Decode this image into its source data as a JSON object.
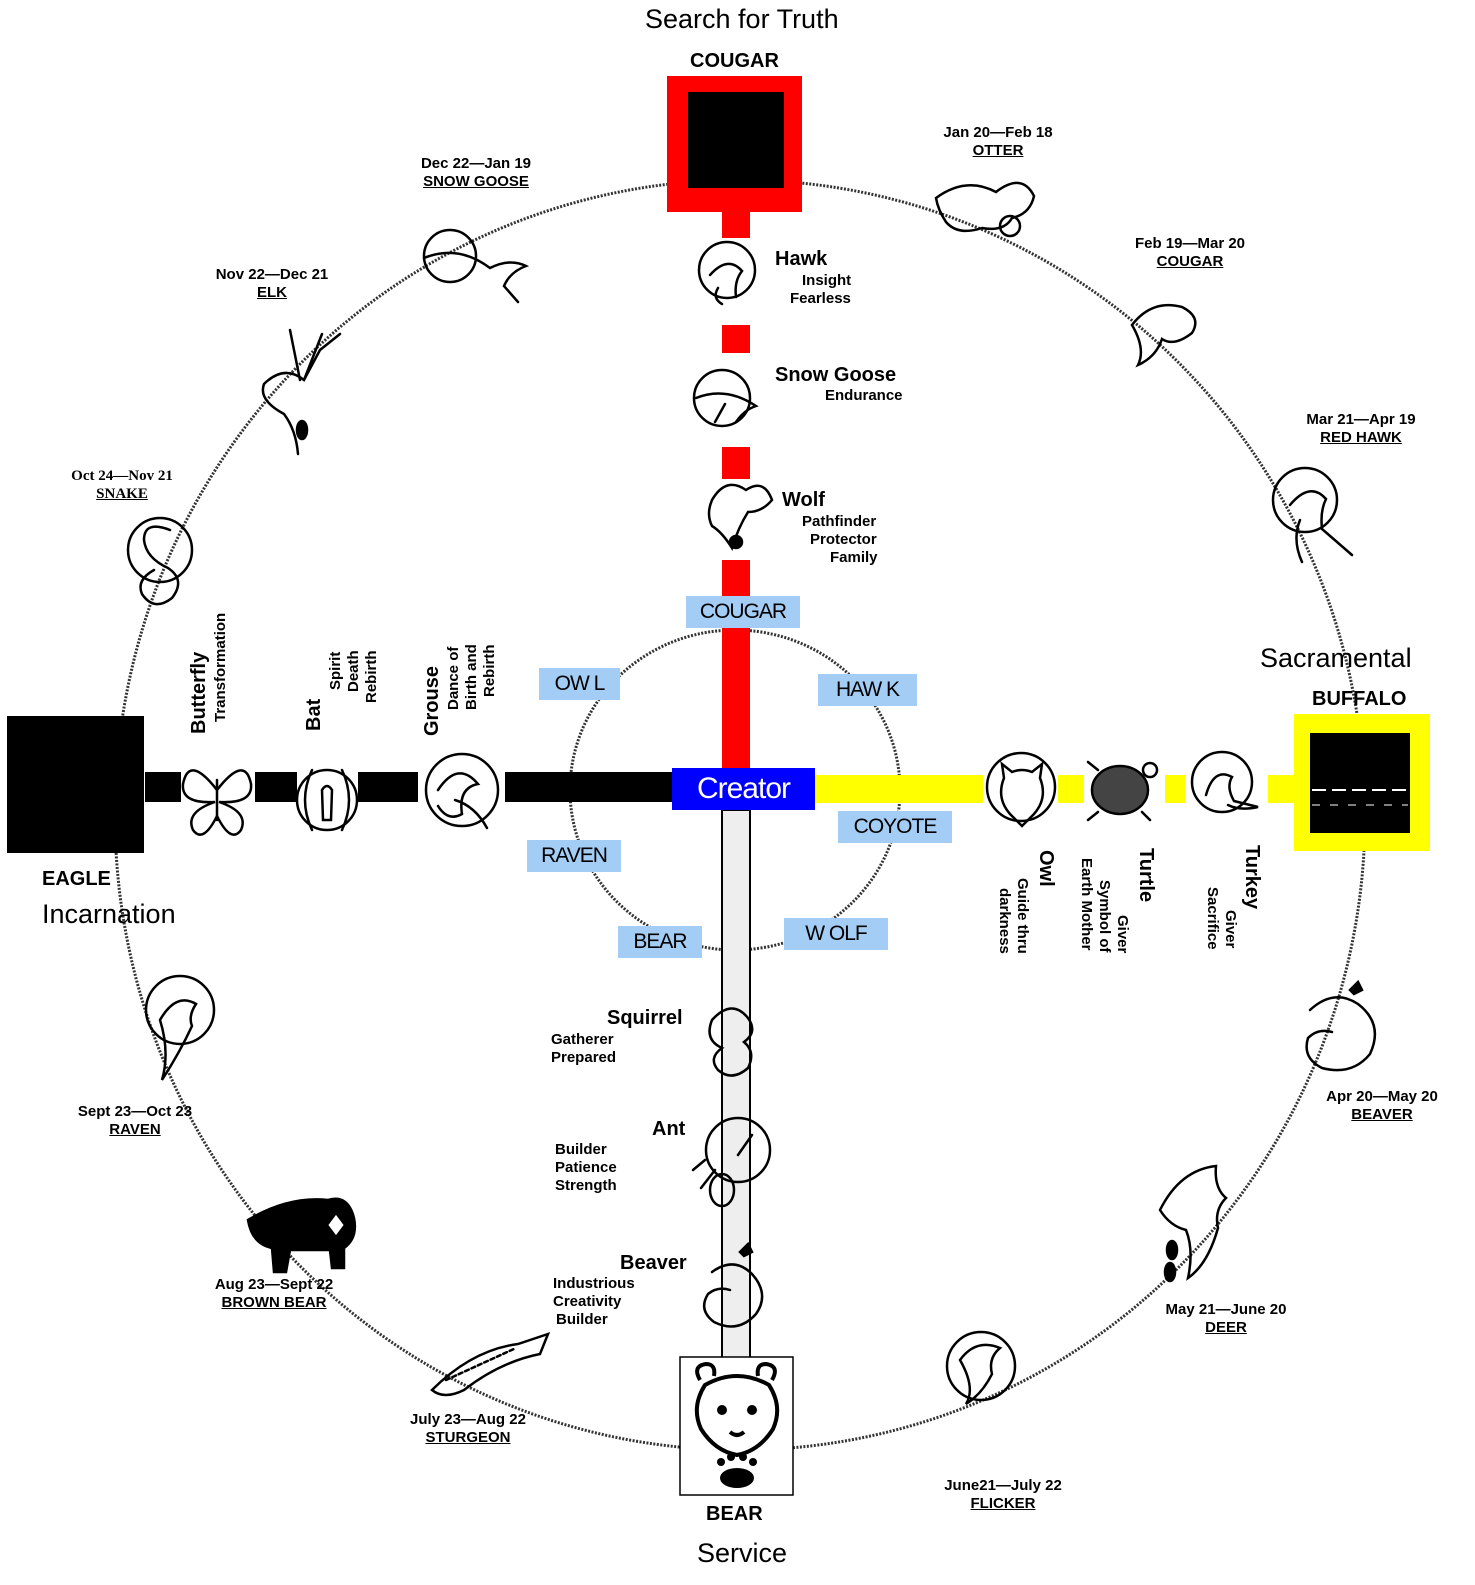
{
  "colors": {
    "north": "#ff0000",
    "east": "#ffff00",
    "west": "#000000",
    "south": "#e8e8e8",
    "creator": "#0000ff",
    "inner_label": "#a3cdf5"
  },
  "directions": {
    "north": {
      "title": "Search for Truth",
      "animal": "COUGAR"
    },
    "east": {
      "title": "Sacramental",
      "animal": "BUFFALO"
    },
    "west": {
      "title": "Incarnation",
      "animal": "EAGLE"
    },
    "south": {
      "title": "Service",
      "animal": "BEAR"
    }
  },
  "center": {
    "label": "Creator"
  },
  "inner_ring": {
    "cougar": "COUGAR",
    "owl": "OW L",
    "hawk": "HAW K",
    "coyote": "COYOTE",
    "raven": "RAVEN",
    "bear": "BEAR",
    "wolf": "W OLF"
  },
  "north_path": [
    {
      "name": "Hawk",
      "traits": [
        "Insight",
        "Fearless"
      ],
      "icon": "hawk-icon"
    },
    {
      "name": "Snow Goose",
      "traits": [
        "Endurance"
      ],
      "icon": "snow-goose-icon"
    },
    {
      "name": "Wolf",
      "traits": [
        "Pathfinder",
        "Protector",
        "Family"
      ],
      "icon": "wolf-icon"
    }
  ],
  "south_path": [
    {
      "name": "Squirrel",
      "traits": [
        "Gatherer",
        "Prepared"
      ],
      "icon": "squirrel-icon"
    },
    {
      "name": "Ant",
      "traits": [
        "Builder",
        "Patience",
        "Strength"
      ],
      "icon": "ant-icon"
    },
    {
      "name": "Beaver",
      "traits": [
        "Industrious",
        "Creativity",
        "Builder"
      ],
      "icon": "beaver-icon"
    }
  ],
  "west_path": [
    {
      "name": "Butterfly",
      "traits": [
        "Transformation"
      ],
      "icon": "butterfly-icon"
    },
    {
      "name": "Bat",
      "traits": [
        "Spirit",
        "Death",
        "Rebirth"
      ],
      "icon": "bat-icon"
    },
    {
      "name": "Grouse",
      "traits": [
        "Dance of",
        "Birth and",
        "Rebirth"
      ],
      "icon": "grouse-icon"
    }
  ],
  "east_path": [
    {
      "name": "Owl",
      "traits": [
        "Guide thru",
        "darkness"
      ],
      "icon": "owl-icon"
    },
    {
      "name": "Turtle",
      "traits": [
        "Giver",
        "Symbol of",
        "Earth Mother"
      ],
      "icon": "turtle-icon"
    },
    {
      "name": "Turkey",
      "traits": [
        "Giver",
        "Sacrifice"
      ],
      "icon": "turkey-icon"
    }
  ],
  "zodiac": [
    {
      "dates": "Jan 20—Feb 18",
      "animal": "OTTER"
    },
    {
      "dates": "Feb 19—Mar 20",
      "animal": "COUGAR"
    },
    {
      "dates": "Mar 21—Apr 19",
      "animal": "RED HAWK"
    },
    {
      "dates": "Apr 20—May 20",
      "animal": "BEAVER"
    },
    {
      "dates": "May 21—June 20",
      "animal": "DEER"
    },
    {
      "dates": "June21—July 22",
      "animal": "FLICKER"
    },
    {
      "dates": "July 23—Aug 22",
      "animal": "STURGEON"
    },
    {
      "dates": "Aug 23—Sept 22",
      "animal": "BROWN BEAR"
    },
    {
      "dates": "Sept 23—Oct 23",
      "animal": "RAVEN"
    },
    {
      "dates": "Oct 24—Nov 21",
      "animal": "SNAKE"
    },
    {
      "dates": "Nov 22—Dec 21",
      "animal": "ELK"
    },
    {
      "dates": "Dec 22—Jan 19",
      "animal": "SNOW GOOSE"
    }
  ]
}
